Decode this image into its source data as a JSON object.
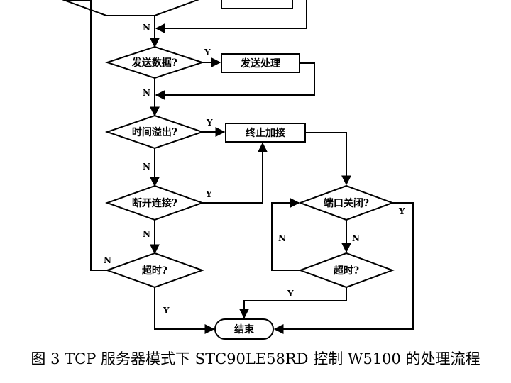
{
  "nodes": {
    "top_decision": "",
    "top_process": "",
    "send_decision": "发送数据?",
    "send_process": "发送处理",
    "timeout_decision": "时间溢出?",
    "terminate_process": "终止加接",
    "disconnect_decision": "断开连接?",
    "port_close_decision": "端口关闭?",
    "overtime_decision_left": "超时?",
    "overtime_decision_right": "超时?",
    "end_terminal": "结束"
  },
  "branch_labels": {
    "yes": "Y",
    "no": "N"
  },
  "caption": "图 3 TCP 服务器模式下 STC90LE58RD 控制 W5100 的处理流程"
}
